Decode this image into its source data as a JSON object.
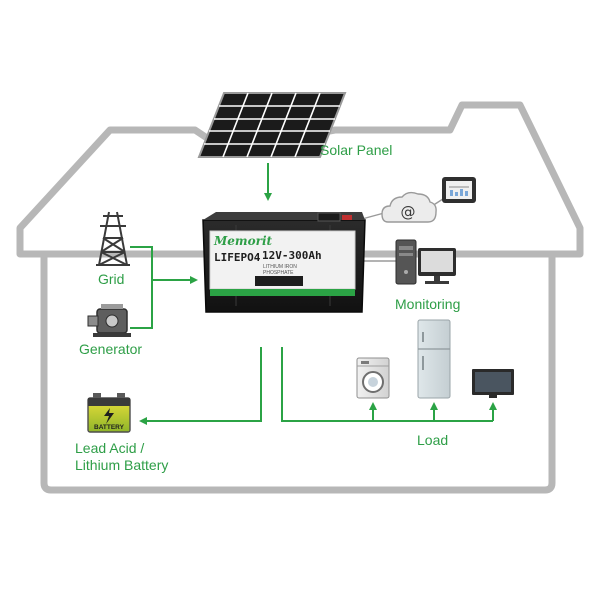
{
  "labels": {
    "solar_panel": "Solar Panel",
    "grid": "Grid",
    "generator": "Generator",
    "monitoring": "Monitoring",
    "lead_acid_line1": "Lead Acid /",
    "lead_acid_line2": "Lithium Battery",
    "load": "Load"
  },
  "battery": {
    "brand": "Memorit",
    "chemistry": "LIFEPO4",
    "rating": "12V-300Ah",
    "subtext_line1": "LITHIUM IRON",
    "subtext_line2": "PHOSPHATE"
  },
  "side_battery": {
    "label": "BATTERY"
  },
  "monitoring": {
    "cloud_symbol": "@"
  },
  "colors": {
    "house_outline": "#b7b7b7",
    "flow_line": "#2ba345",
    "label_text": "#2e9e47",
    "battery_body": "#1f1f1f"
  }
}
